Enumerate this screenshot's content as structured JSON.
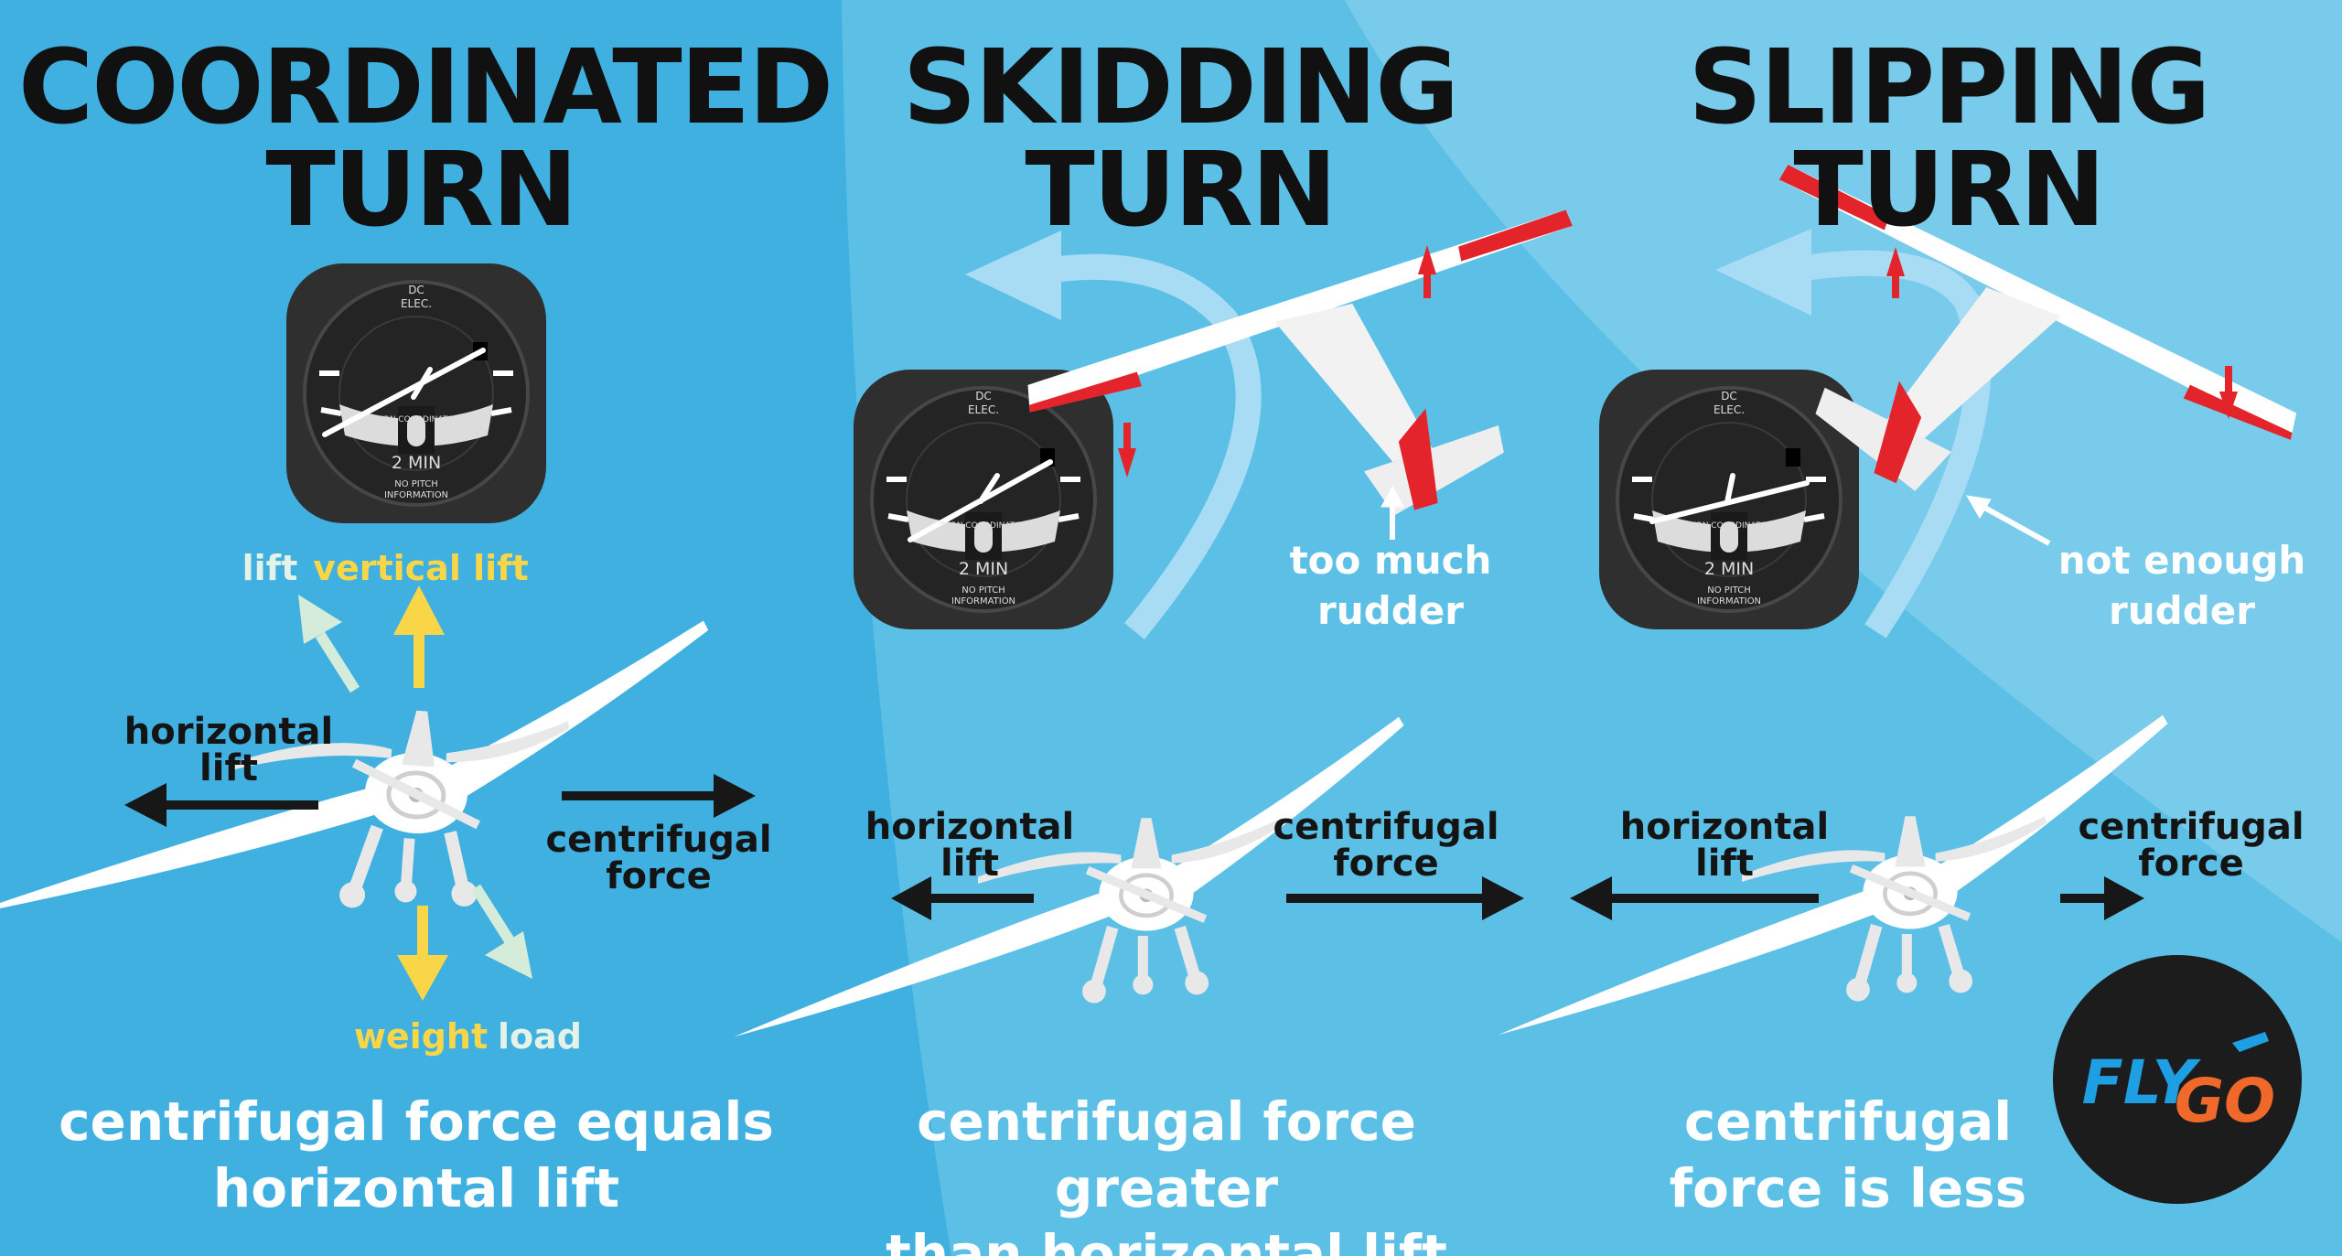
{
  "panels": [
    {
      "title_line1": "COORDINATED",
      "title_line2": "TURN",
      "lift": "lift",
      "vertical_lift": "vertical lift",
      "horizontal_line1": "horizontal",
      "horizontal_line2": "lift",
      "centrifugal_line1": "centrifugal",
      "centrifugal_line2": "force",
      "weight": "weight",
      "load": "load",
      "caption_line1": "centrifugal force equals",
      "caption_line2": "horizontal lift"
    },
    {
      "title_line1": "SKIDDING",
      "title_line2": "TURN",
      "rudder_line1": "too much",
      "rudder_line2": "rudder",
      "horizontal_line1": "horizontal",
      "horizontal_line2": "lift",
      "centrifugal_line1": "centrifugal",
      "centrifugal_line2": "force",
      "caption_line1": "centrifugal force greater",
      "caption_line2": "than horizontal lift"
    },
    {
      "title_line1": "SLIPPING",
      "title_line2": "TURN",
      "rudder_line1": "not enough",
      "rudder_line2": "rudder",
      "horizontal_line1": "horizontal",
      "horizontal_line2": "lift",
      "centrifugal_line1": "centrifugal",
      "centrifugal_line2": "force",
      "caption_line1": "centrifugal",
      "caption_line2": "force is less"
    }
  ],
  "gauge": {
    "maker": "DC",
    "power": "ELEC.",
    "name": "TURN COORDINATOR",
    "rate": "2 MIN",
    "note_line1": "NO PITCH",
    "note_line2": "INFORMATION"
  },
  "logo": {
    "part1": "FLY",
    "part2": "GO"
  },
  "colors": {
    "background": "#3fb0e0",
    "title": "#111111",
    "vertical_lift": "#f9d548",
    "load_arrow": "#d4ecd9",
    "control_surface": "#e3242b",
    "logo_blue": "#1e9fe3",
    "logo_orange": "#f0692b"
  },
  "icons": [
    "airplane-icon"
  ]
}
